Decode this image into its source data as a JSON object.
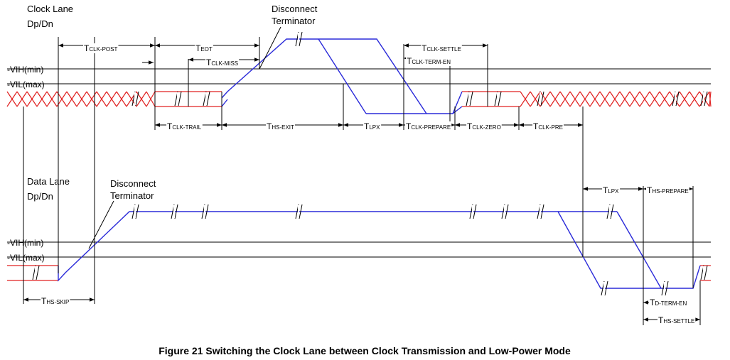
{
  "clock_lane": {
    "title": "Clock Lane",
    "signal": "Dp/Dn"
  },
  "data_lane": {
    "title": "Data Lane",
    "signal": "Dp/Dn"
  },
  "clock_annotation": [
    "Disconnect",
    "Terminator"
  ],
  "data_annotation": [
    "Disconnect",
    "Terminator"
  ],
  "levels": {
    "vih": "-VIH(min)",
    "vil": "-VIL(max)"
  },
  "timings": {
    "clk_post": {
      "main": "T",
      "sub": "CLK-POST"
    },
    "eot": {
      "main": "T",
      "sub": "EOT"
    },
    "clk_miss": {
      "main": "T",
      "sub": "CLK-MISS"
    },
    "clk_settle": {
      "main": "T",
      "sub": "CLK-SETTLE"
    },
    "clk_term_en": {
      "main": "T",
      "sub": "CLK-TERM-EN"
    },
    "clk_trail": {
      "main": "T",
      "sub": "CLK-TRAIL"
    },
    "hs_exit": {
      "main": "T",
      "sub": "HS-EXIT"
    },
    "lpx_clock": {
      "main": "T",
      "sub": "LPX"
    },
    "clk_prepare": {
      "main": "T",
      "sub": "CLK-PREPARE"
    },
    "clk_zero": {
      "main": "T",
      "sub": "CLK-ZERO"
    },
    "clk_pre": {
      "main": "T",
      "sub": "CLK-PRE"
    },
    "lpx_data": {
      "main": "T",
      "sub": "LPX"
    },
    "hs_prepare": {
      "main": "T",
      "sub": "HS-PREPARE"
    },
    "hs_skip": {
      "main": "T",
      "sub": "HS-SKIP"
    },
    "d_term_en": {
      "main": "T",
      "sub": "D-TERM-EN"
    },
    "hs_settle": {
      "main": "T",
      "sub": "HS-SETTLE"
    }
  },
  "caption": "Figure 21 Switching the Clock Lane between Clock Transmission and Low-Power Mode"
}
